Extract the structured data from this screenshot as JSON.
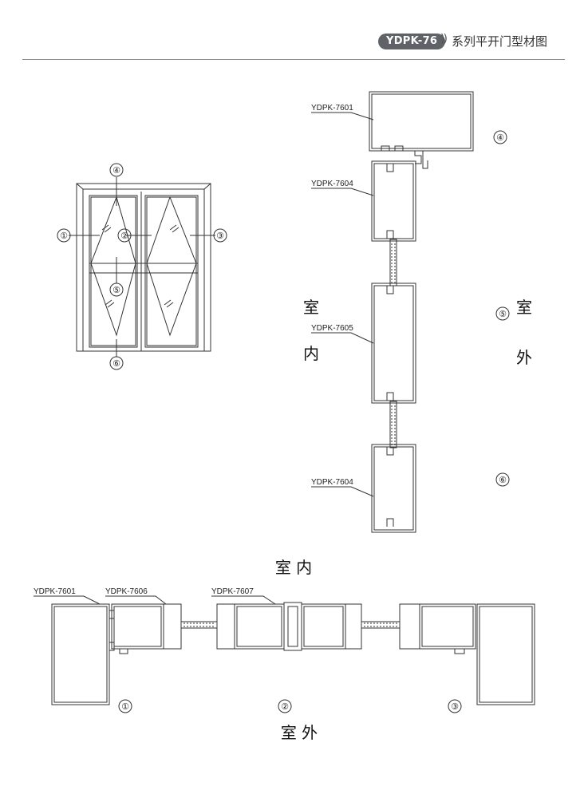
{
  "header": {
    "badge": "YDPK-76",
    "arcs": "))",
    "series_title": "系列平开门型材图"
  },
  "elevation": {
    "markers": [
      "①",
      "②",
      "③",
      "④",
      "⑤",
      "⑥"
    ]
  },
  "vertical_section": {
    "parts": [
      "YDPK-7601",
      "YDPK-7604",
      "YDPK-7605",
      "YDPK-7604"
    ],
    "markers": [
      "④",
      "⑤",
      "⑥"
    ],
    "inside": [
      "室",
      "内"
    ],
    "outside": [
      "室",
      "外"
    ]
  },
  "horizontal_section": {
    "parts": [
      "YDPK-7601",
      "YDPK-7606",
      "YDPK-7607"
    ],
    "markers": [
      "①",
      "②",
      "③"
    ],
    "inside": "室 内",
    "outside": "室 外"
  }
}
